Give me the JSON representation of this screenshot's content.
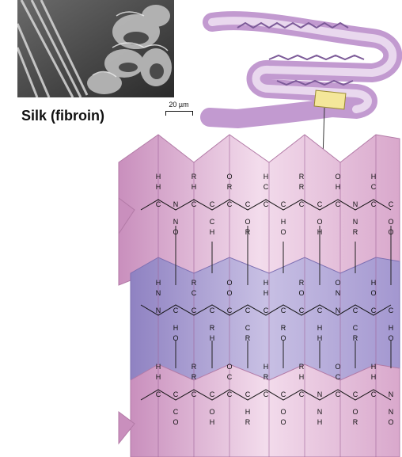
{
  "figure": {
    "caption": "Silk (fibroin)",
    "scale_bar_label": "20 µm"
  },
  "molecule": {
    "row_patterns": [
      [
        "H",
        "N",
        "C",
        "O",
        "C",
        "R",
        "H",
        "N",
        "C",
        "O",
        "C",
        "R"
      ],
      [
        "H",
        "C",
        "R",
        "N",
        "H",
        "C",
        "O",
        "H",
        "C",
        "R",
        "N",
        "H"
      ]
    ],
    "chain_labels": [
      "H",
      "N",
      "H",
      "C",
      "R",
      "O",
      "C",
      "H",
      "R",
      "O",
      "H",
      "N",
      "C",
      "O"
    ]
  },
  "colors": {
    "pink_sheet": "#d9a8cc",
    "pink_light": "#f0d5e8",
    "pink_dark": "#b978a8",
    "purple_band": "#a99ad0",
    "purple_dark": "#8072b6",
    "ribbon": "#c8a0d0",
    "highlight_box": "#f4e79a"
  }
}
